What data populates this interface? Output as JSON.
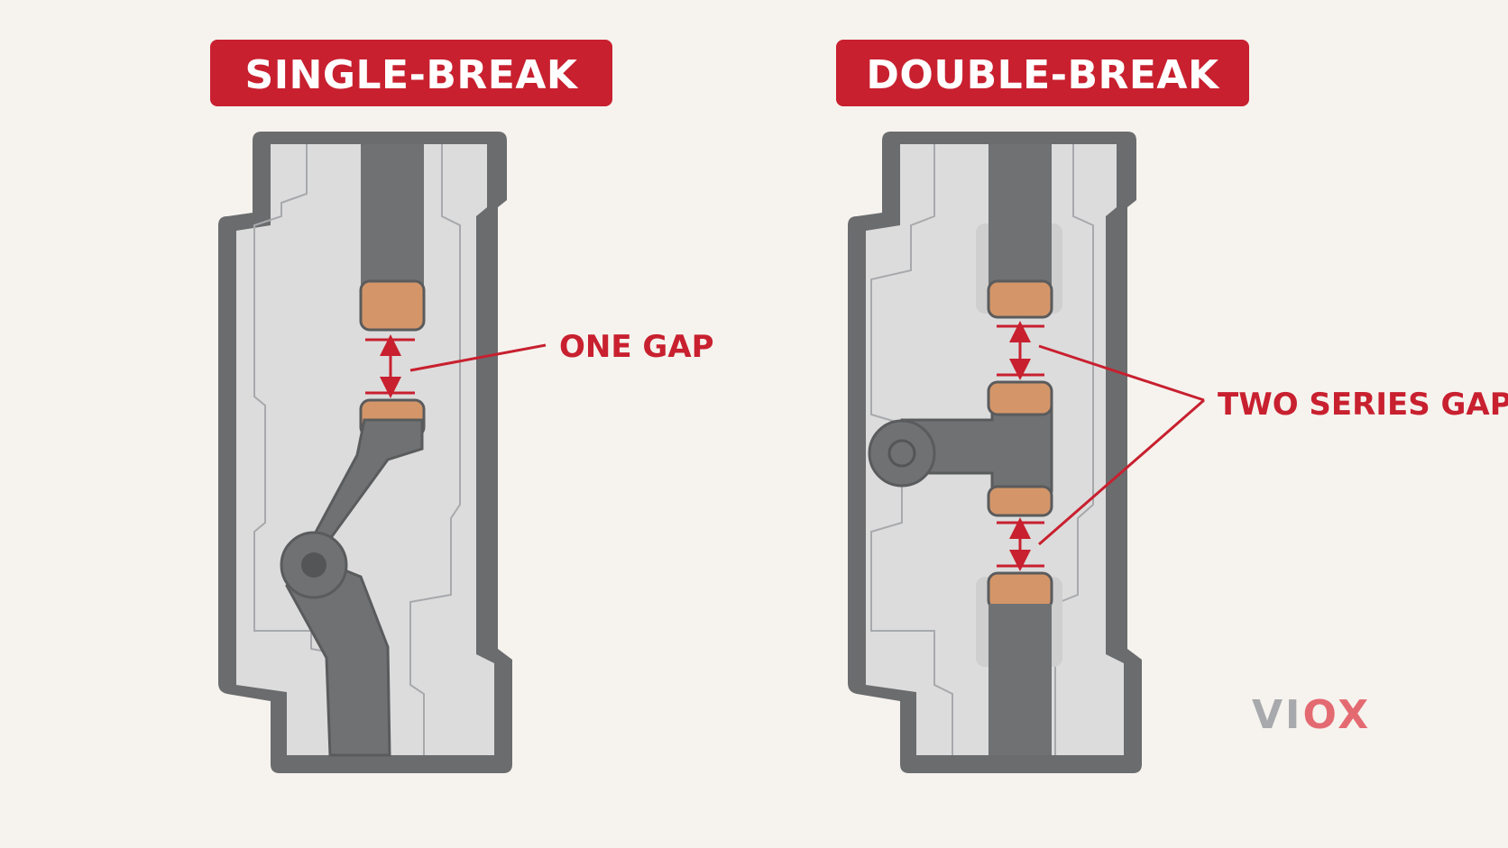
{
  "panels": {
    "left": {
      "title": "SINGLE-BREAK",
      "callout": "ONE GAP"
    },
    "right": {
      "title": "DOUBLE-BREAK",
      "callout": "TWO SERIES GAPS"
    }
  },
  "logo": {
    "prefix": "VI",
    "accent": "OX"
  },
  "colors": {
    "background": "#f6f3ee",
    "title_bg": "#c8202f",
    "callout": "#c8202f",
    "housing_outer": "#6b6c6e",
    "housing_inner": "#dcdcdc",
    "conductor": "#707173",
    "contact": "#d49669",
    "logo_gray": "#a7a9ac",
    "logo_accent": "#e46a72"
  }
}
